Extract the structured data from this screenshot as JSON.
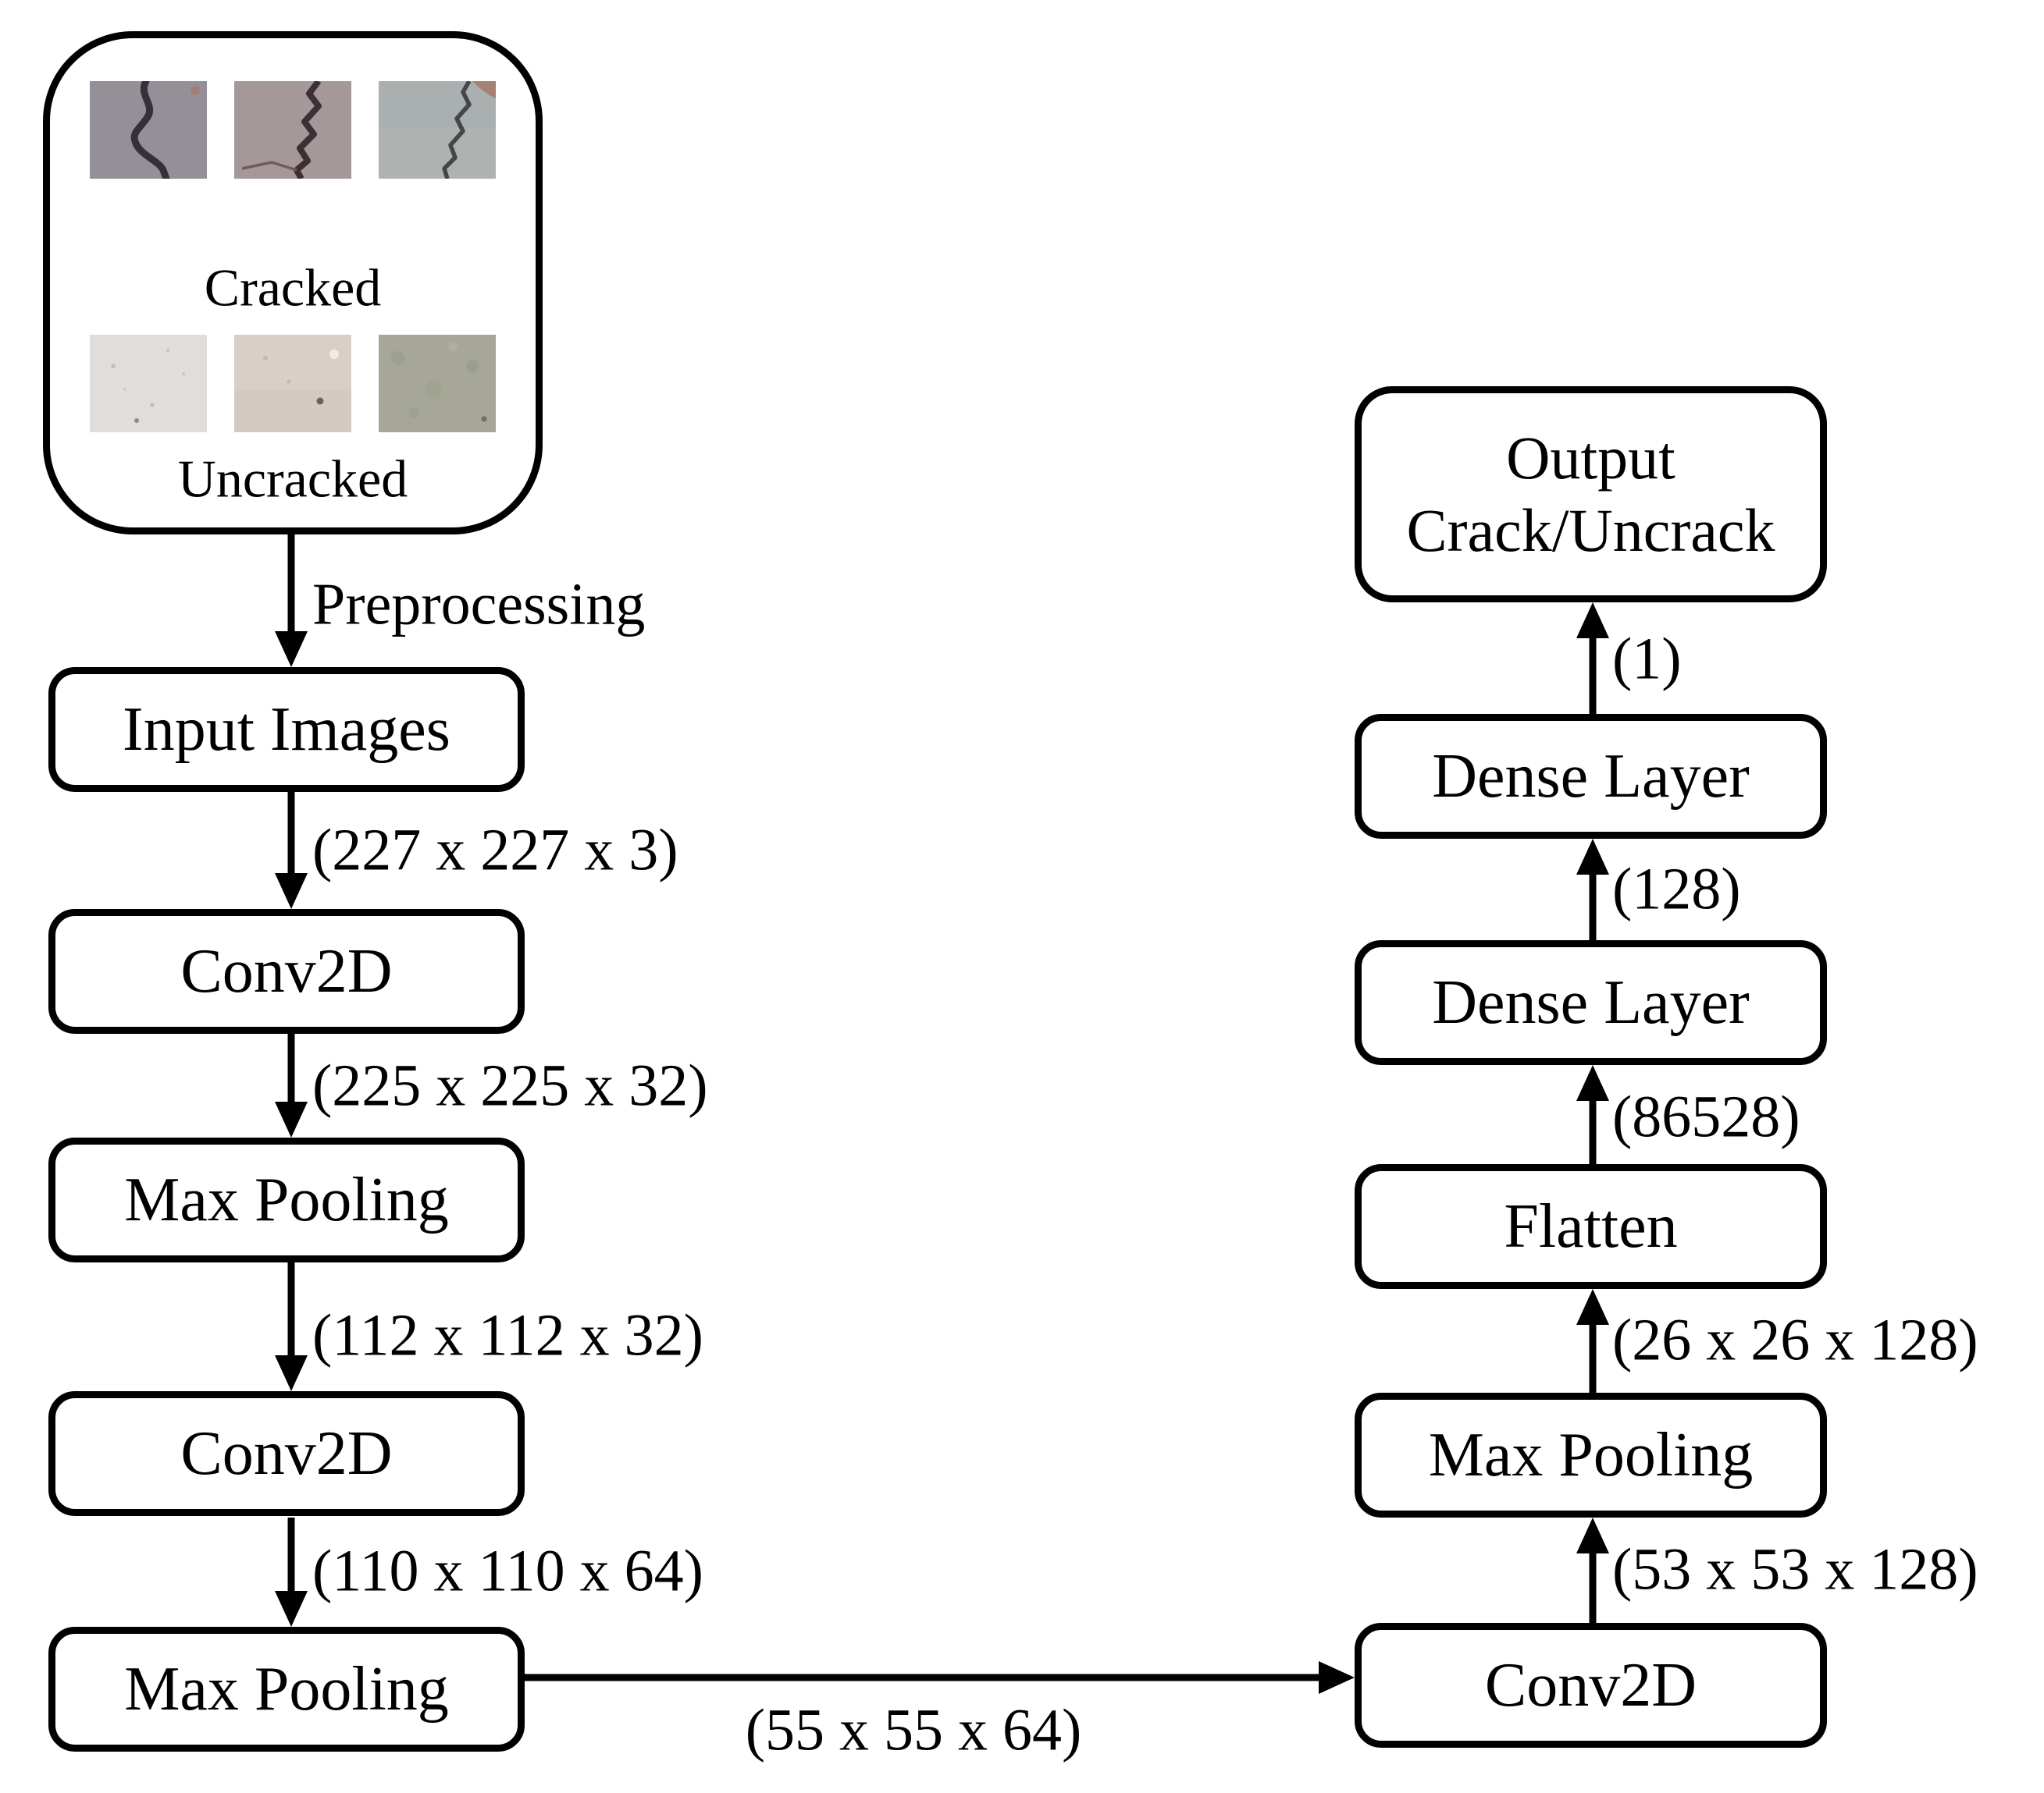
{
  "diagram": {
    "samples": {
      "cracked_label": "Cracked",
      "uncracked_label": "Uncracked"
    },
    "preprocessing_label": "Preprocessing",
    "left": {
      "input": "Input Images",
      "conv1": "Conv2D",
      "pool1": "Max Pooling",
      "conv2": "Conv2D",
      "pool2": "Max Pooling",
      "dim_input": "(227 x 227 x 3)",
      "dim_conv1": "(225 x 225 x 32)",
      "dim_pool1": "(112 x 112 x 32)",
      "dim_conv2": "(110 x 110 x 64)"
    },
    "transfer_dim": "(55 x 55 x 64)",
    "right": {
      "conv3": "Conv2D",
      "pool3": "Max Pooling",
      "flatten": "Flatten",
      "dense1": "Dense Layer",
      "dense2": "Dense Layer",
      "dim_conv3": "(53 x 53 x 128)",
      "dim_pool3": "(26 x 26 x 128)",
      "dim_flatten": "(86528)",
      "dim_dense1": "(128)",
      "dim_dense2": "(1)",
      "output_line1": "Output",
      "output_line2": "Crack/Uncrack"
    },
    "colors": {
      "line": "#000000",
      "background": "#ffffff"
    }
  }
}
